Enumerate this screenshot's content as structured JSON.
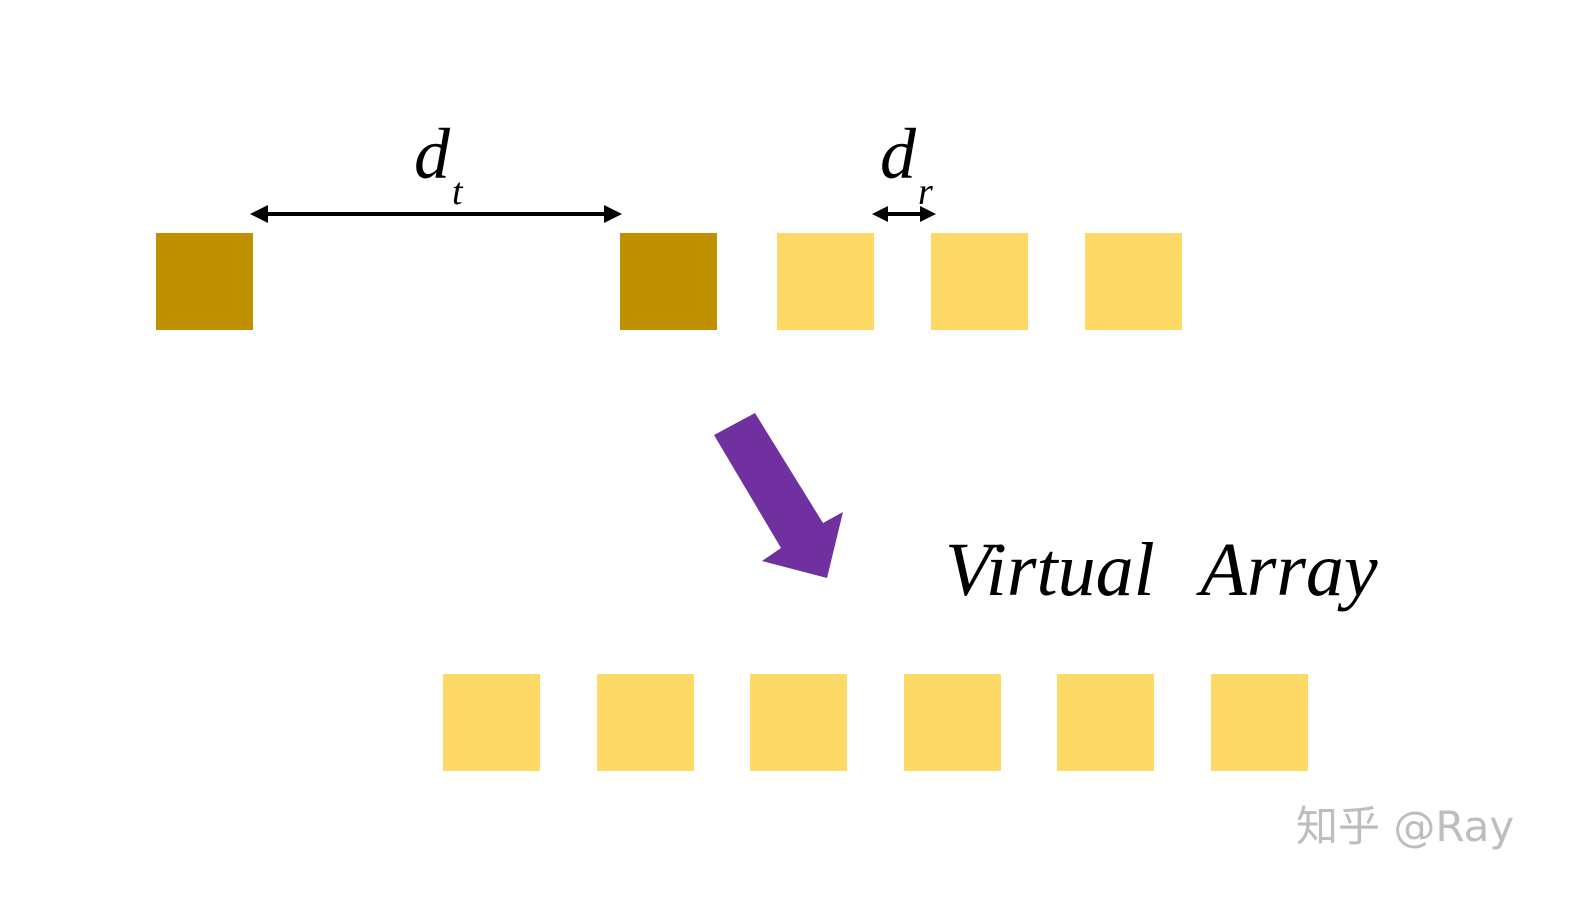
{
  "colors": {
    "transmit_element": "#BF9000",
    "receive_element": "#FFD966",
    "virtual_element": "#FFD966",
    "transform_arrow": "#7030A0",
    "spacing_arrow": "#000000",
    "watermark": "#BDBDBD"
  },
  "labels": {
    "dt_symbol": "d",
    "dt_subscript": "t",
    "dr_symbol": "d",
    "dr_subscript": "r",
    "virtual_array": "Virtual Array"
  },
  "physical_array": {
    "transmit_count": 2,
    "receive_count": 3
  },
  "virtual_array": {
    "element_count": 6
  },
  "watermark": {
    "text": "知乎 @Ray"
  }
}
